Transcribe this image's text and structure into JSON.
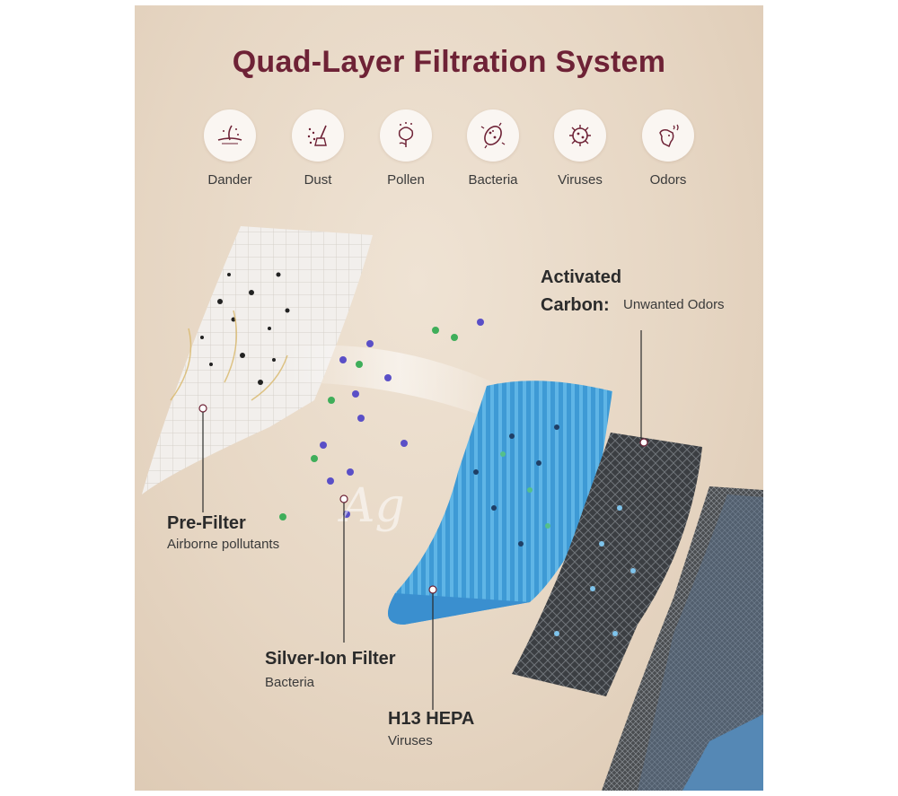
{
  "title": "Quad-Layer Filtration System",
  "categories": [
    {
      "label": "Dander",
      "icon": "dander-icon"
    },
    {
      "label": "Dust",
      "icon": "dust-icon"
    },
    {
      "label": "Pollen",
      "icon": "pollen-icon"
    },
    {
      "label": "Bacteria",
      "icon": "bacteria-icon"
    },
    {
      "label": "Viruses",
      "icon": "virus-icon"
    },
    {
      "label": "Odors",
      "icon": "odor-icon"
    }
  ],
  "layers": {
    "pre_filter": {
      "name": "Pre-Filter",
      "desc": "Airborne pollutants"
    },
    "silver_ion": {
      "name": "Silver-Ion Filter",
      "desc": "Bacteria"
    },
    "hepa": {
      "name": "H13 HEPA",
      "desc": "Viruses"
    },
    "carbon": {
      "name_line1": "Activated",
      "name_line2": "Carbon:",
      "desc": "Unwanted Odors"
    }
  },
  "colors": {
    "title": "#6e2236",
    "hepa_blue": "#3b9bd6",
    "icon_stroke": "#6e2236"
  }
}
